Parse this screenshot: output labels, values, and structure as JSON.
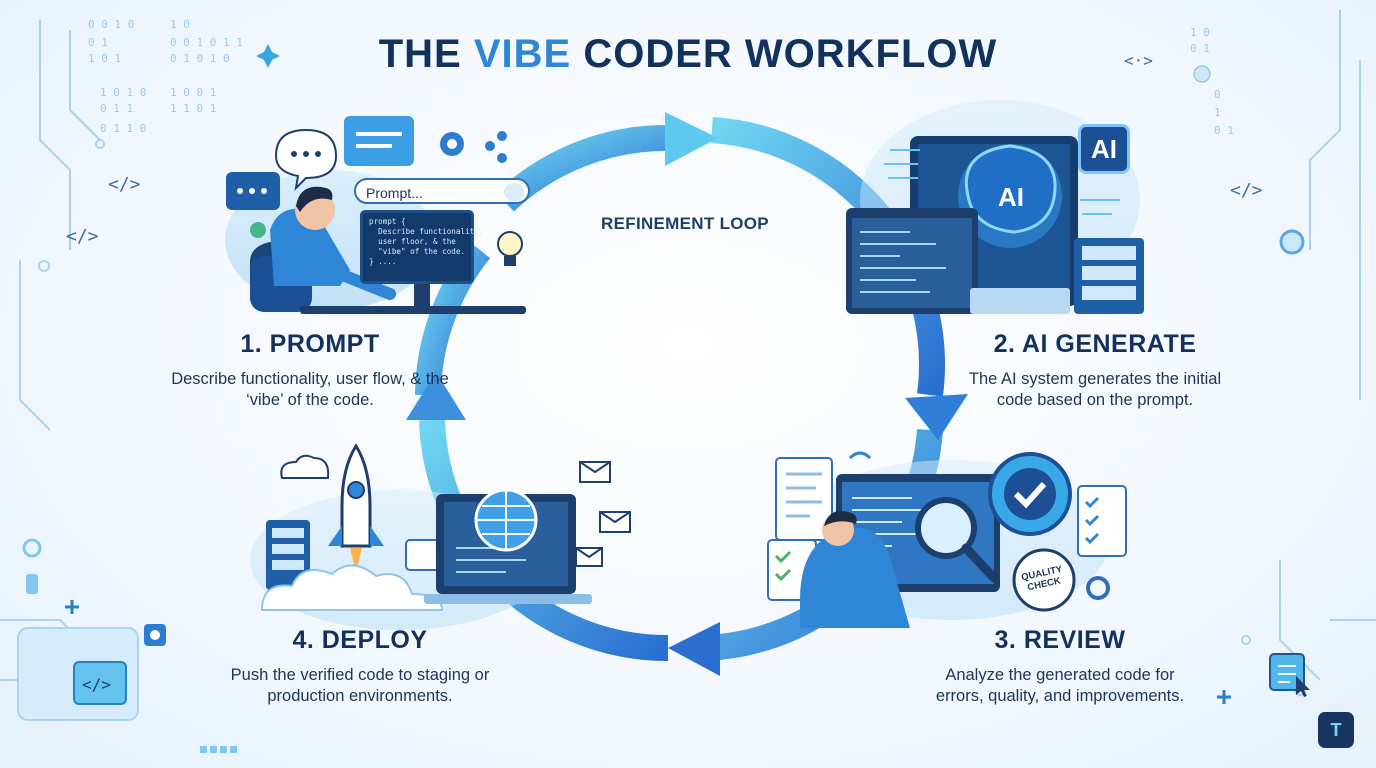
{
  "title": {
    "part1": "THE",
    "accent": "VIBE",
    "part2": "CODER WORKFLOW"
  },
  "loop_label": "REFINEMENT LOOP",
  "steps": [
    {
      "heading": "1. PROMPT",
      "description": "Describe functionality, user flow, & the ‘vibe’ of the code."
    },
    {
      "heading": "2. AI GENERATE",
      "description": "The AI system generates the initial code based on the prompt."
    },
    {
      "heading": "3. REVIEW",
      "description": "Analyze the generated code for errors, quality, and improvements."
    },
    {
      "heading": "4. DEPLOY",
      "description": "Push the verified code to staging or production environments."
    }
  ],
  "prompt_bar_text": "Prompt...",
  "prompt_code": "prompt {\n  Describe functionality,\n  user floor, & the\n  \"vibe\" of the code.\n} ....",
  "ai_badge": "AI",
  "ai_brain_label": "AI",
  "quality_badge": "QUALITY\nCHECK",
  "code_tag": "</>",
  "colors": {
    "primary": "#2f86d6",
    "dark": "#12315c",
    "loop_light": "#6fd6f2",
    "loop_dark": "#2a6fd0"
  }
}
